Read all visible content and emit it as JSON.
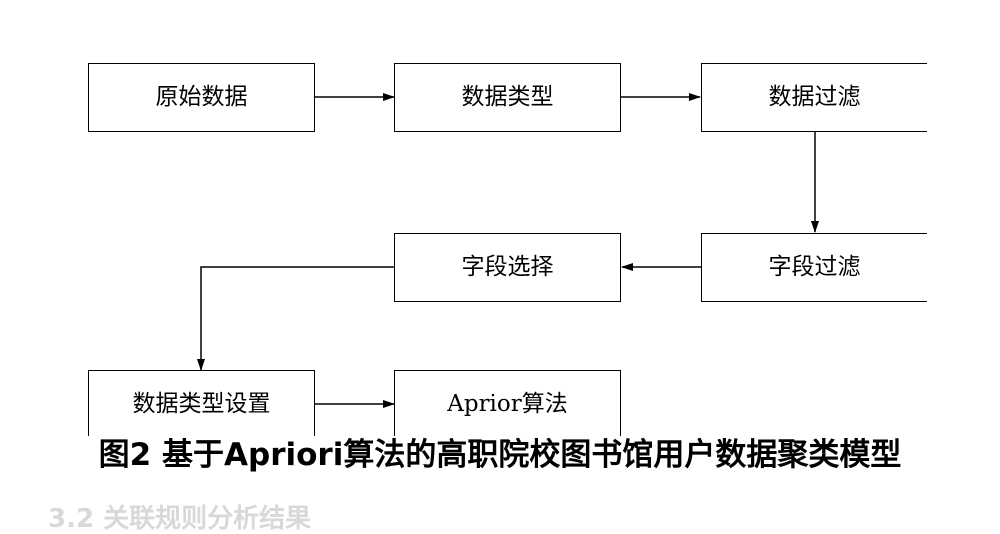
{
  "diagram": {
    "nodes": [
      {
        "id": "raw",
        "label": "原始数据"
      },
      {
        "id": "type",
        "label": "数据类型"
      },
      {
        "id": "filter",
        "label": "数据过滤"
      },
      {
        "id": "fieldfilter",
        "label": "字段过滤"
      },
      {
        "id": "fieldselect",
        "label": "字段选择"
      },
      {
        "id": "typeset",
        "label": "数据类型设置"
      },
      {
        "id": "apriori",
        "label": "Aprior算法"
      }
    ],
    "edges": [
      {
        "from": "raw",
        "to": "type"
      },
      {
        "from": "type",
        "to": "filter"
      },
      {
        "from": "filter",
        "to": "fieldfilter"
      },
      {
        "from": "fieldfilter",
        "to": "fieldselect"
      },
      {
        "from": "fieldselect",
        "to": "typeset"
      },
      {
        "from": "typeset",
        "to": "apriori"
      }
    ]
  },
  "caption": "图2 基于Apriori算法的高职院校图书馆用户数据聚类模型",
  "next_heading": "3.2 关联规则分析结果"
}
